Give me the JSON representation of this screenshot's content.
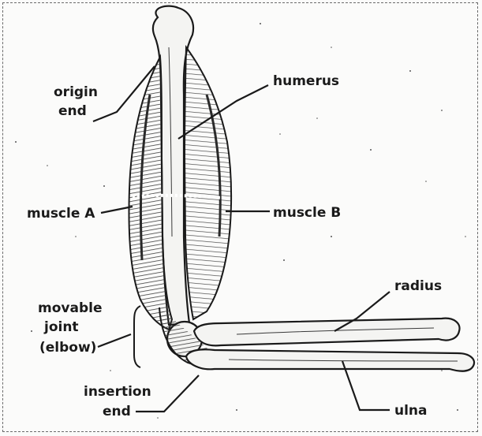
{
  "diagram": {
    "labels": {
      "origin_line1": "origin",
      "origin_line2": "end",
      "humerus": "humerus",
      "muscle_a": "muscle A",
      "muscle_b": "muscle B",
      "radius": "radius",
      "movable_line1": "movable",
      "movable_line2": "joint",
      "movable_line3": "(elbow)",
      "insertion_line1": "insertion",
      "insertion_line2": "end",
      "ulna": "ulna"
    },
    "colors": {
      "ink": "#1a1a1a",
      "bone": "#f4f4f2",
      "muscle_dark": "#5a5a5a",
      "muscle_light": "#cfcfcf",
      "background": "#fbfbfa"
    }
  }
}
